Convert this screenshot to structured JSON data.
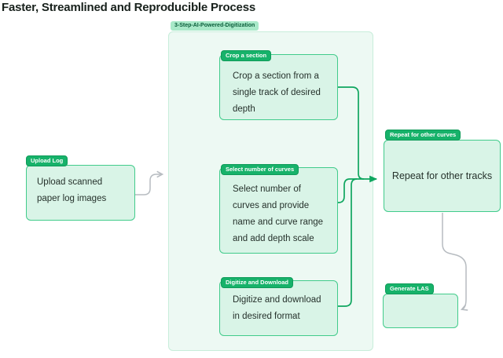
{
  "title": "Faster, Streamlined and Reproducible Process",
  "diagram": {
    "container_label": "3-Step-AI-Powered-Digitization",
    "nodes": {
      "upload": {
        "badge": "Upload Log",
        "text": "Upload scanned paper log images"
      },
      "crop": {
        "badge": "Crop a section",
        "text": "Crop a section from a single track of desired depth"
      },
      "select": {
        "badge": "Select number of curves",
        "text": "Select number of curves and provide name and curve range and add depth scale"
      },
      "digitize": {
        "badge": "Digitize and Download",
        "text": "Digitize and download in desired format"
      },
      "repeat": {
        "badge": "Repeat for other curves",
        "text": "Repeat for other tracks"
      },
      "generate": {
        "badge": "Generate LAS",
        "text": ""
      }
    }
  },
  "colors": {
    "badge_green": "#17b26a",
    "badge_border": "#0e9b59",
    "node_fill": "#d9f4e7",
    "node_border": "#41cb8b",
    "container_fill": "#edf9f3",
    "container_border": "#c8edda",
    "container_badge_fill": "#a9e9c9",
    "container_badge_text": "#0b5e3b",
    "connector_green": "#0fa65f",
    "connector_gray": "#b7bcc1",
    "title_text": "#18211c",
    "node_text": "#25312b"
  }
}
